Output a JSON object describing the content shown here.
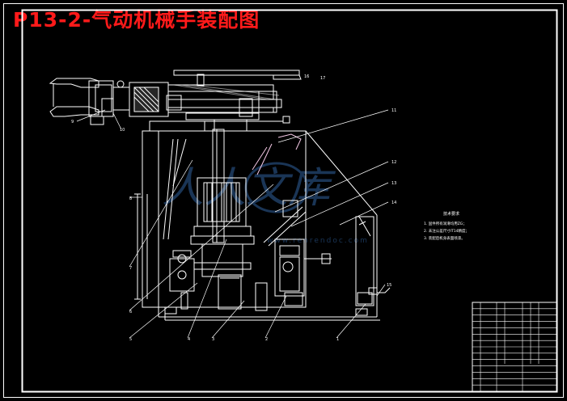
{
  "title": "P13-2-气动机械手装配图",
  "watermark": {
    "text": "人人文库",
    "url": "www.renrendoc.com",
    "color": "#1f3f66"
  },
  "colors": {
    "background": "#000000",
    "lines": "#ffffff",
    "title": "#ff1a1a"
  },
  "technical_requirements": {
    "heading": "技术要求",
    "items": [
      "1. 固件所有润滑均用ZG；",
      "2. 未注公差尺寸IT14精度；",
      "3. 装配后机身表面喷漆。"
    ]
  },
  "part_callouts": [
    "1",
    "2",
    "3",
    "4",
    "5",
    "6",
    "7",
    "8",
    "9",
    "10",
    "11",
    "12",
    "13",
    "14",
    "15",
    "16",
    "17"
  ]
}
